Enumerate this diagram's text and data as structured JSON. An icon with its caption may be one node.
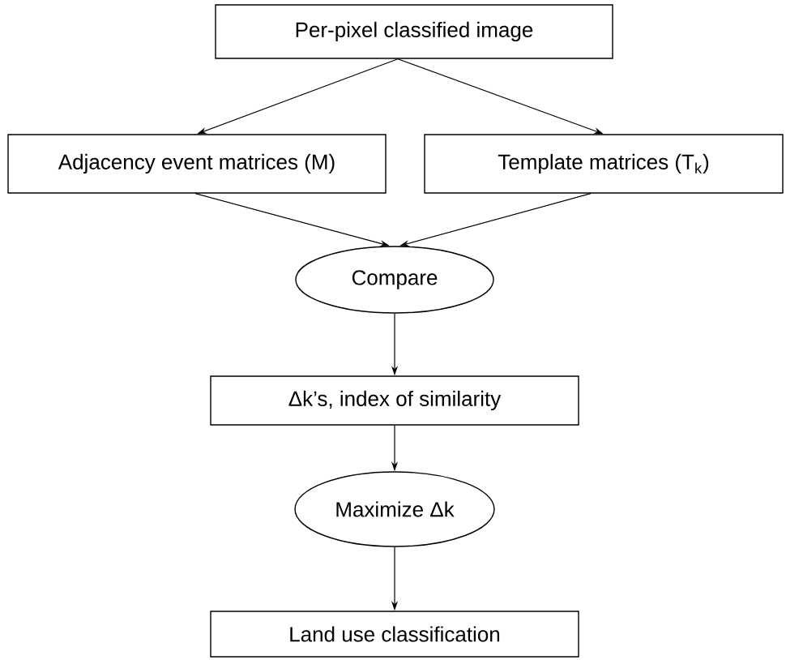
{
  "diagram": {
    "nodes": [
      {
        "text": [
          "Per-pixel classified image"
        ]
      },
      {
        "text": [
          "Adjacency event matrices (M)"
        ]
      },
      {
        "text": [
          "Template matrices (T$_{k}$)"
        ]
      },
      {
        "text": [
          "Compare"
        ]
      },
      {
        "text": [
          "Δk’s, index of similarity"
        ]
      },
      {
        "text": [
          "Maximize Δk"
        ]
      },
      {
        "text": [
          "Land use classification"
        ]
      }
    ],
    "edges": [
      {
        "from": 0,
        "to": 1,
        "arrow": "to"
      },
      {
        "from": 0,
        "to": 2,
        "arrow": "to"
      },
      {
        "from": 1,
        "to": 3,
        "arrow": "to"
      },
      {
        "from": 2,
        "to": 3,
        "arrow": "to"
      },
      {
        "from": 3,
        "to": 4,
        "arrow": "to"
      },
      {
        "from": 4,
        "to": 5,
        "arrow": "to"
      },
      {
        "from": 5,
        "to": 6,
        "arrow": "to"
      }
    ]
  }
}
